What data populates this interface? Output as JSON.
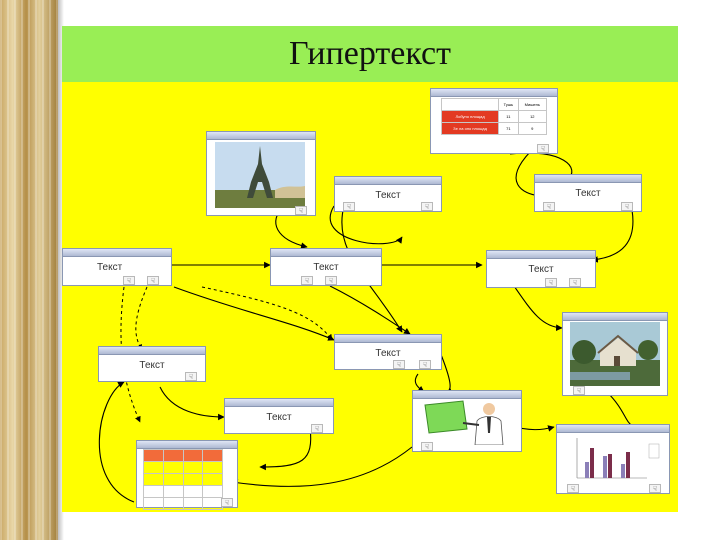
{
  "slide": {
    "title": "Гипертекст",
    "title_bg": "#99ee55",
    "canvas_bg": "#ffff00",
    "node_label": "Текст",
    "nav_glyph": "☟",
    "node_labels": {
      "n1": "Текст",
      "n2": "Текст",
      "n3": "Текст",
      "n4": "Текст",
      "n5": "Текст",
      "n6": "Текст",
      "n7": "Текст",
      "n8": "Текст"
    }
  },
  "mini_table_top": {
    "header": [
      "",
      "Тушь",
      "Мишень"
    ],
    "rows": [
      [
        "Лобуно площад",
        "11",
        "12"
      ],
      [
        "Зе ла оно площад",
        "71",
        "9"
      ]
    ]
  },
  "nodes": [
    {
      "id": "table-top-node",
      "label": ""
    },
    {
      "id": "eiffel-node",
      "label": ""
    },
    {
      "id": "text-node-1",
      "label": "Текст"
    },
    {
      "id": "text-node-2",
      "label": "Текст"
    },
    {
      "id": "text-node-3",
      "label": "Текст"
    },
    {
      "id": "text-node-4",
      "label": "Текст"
    },
    {
      "id": "text-node-5",
      "label": "Текст"
    },
    {
      "id": "house-node",
      "label": ""
    },
    {
      "id": "text-node-6",
      "label": "Текст"
    },
    {
      "id": "text-node-7",
      "label": "Текст"
    },
    {
      "id": "text-node-8",
      "label": "Текст"
    },
    {
      "id": "presenter-node",
      "label": ""
    },
    {
      "id": "table-bottom-node",
      "label": ""
    },
    {
      "id": "chart-node",
      "label": ""
    }
  ]
}
